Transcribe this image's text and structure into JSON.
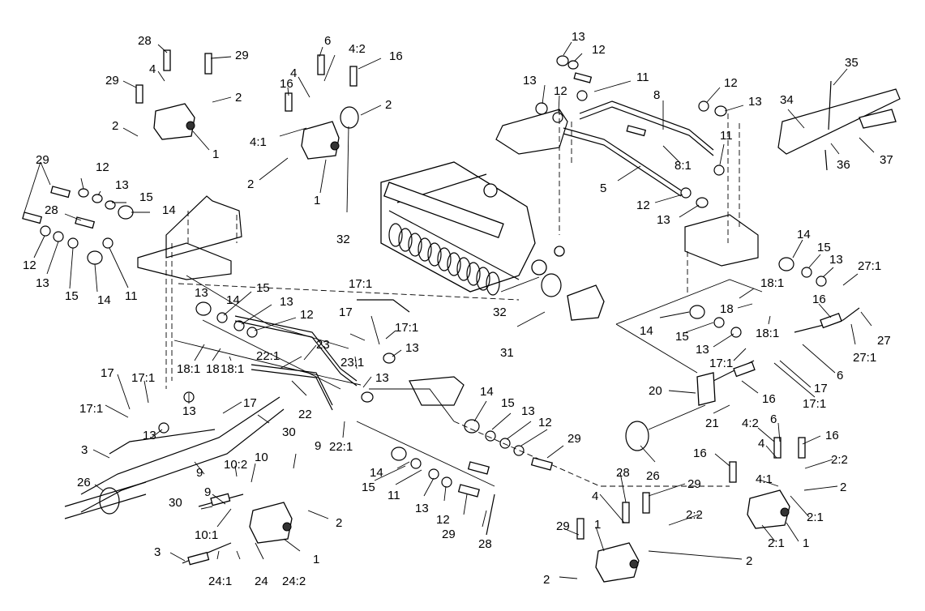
{
  "callouts": [
    {
      "id": "c1",
      "text": "28"
    },
    {
      "id": "c2",
      "text": "29"
    },
    {
      "id": "c3",
      "text": "4"
    },
    {
      "id": "c4",
      "text": "29"
    },
    {
      "id": "c5",
      "text": "2"
    },
    {
      "id": "c6",
      "text": "2"
    },
    {
      "id": "c7",
      "text": "1"
    },
    {
      "id": "c8",
      "text": "6"
    },
    {
      "id": "c9",
      "text": "4:2"
    },
    {
      "id": "c10",
      "text": "16"
    },
    {
      "id": "c11",
      "text": "4"
    },
    {
      "id": "c12",
      "text": "16"
    },
    {
      "id": "c13",
      "text": "2"
    },
    {
      "id": "c14",
      "text": "4:1"
    },
    {
      "id": "c15",
      "text": "2"
    },
    {
      "id": "c16",
      "text": "1"
    },
    {
      "id": "c17",
      "text": "32"
    },
    {
      "id": "c18",
      "text": "13"
    },
    {
      "id": "c19",
      "text": "12"
    },
    {
      "id": "c20",
      "text": "13"
    },
    {
      "id": "c21",
      "text": "12"
    },
    {
      "id": "c22",
      "text": "11"
    },
    {
      "id": "c23",
      "text": "8"
    },
    {
      "id": "c24",
      "text": "12"
    },
    {
      "id": "c25",
      "text": "13"
    },
    {
      "id": "c26",
      "text": "11"
    },
    {
      "id": "c27",
      "text": "8:1"
    },
    {
      "id": "c28",
      "text": "5"
    },
    {
      "id": "c29",
      "text": "12"
    },
    {
      "id": "c30",
      "text": "13"
    },
    {
      "id": "c31",
      "text": "35"
    },
    {
      "id": "c32",
      "text": "34"
    },
    {
      "id": "c33",
      "text": "37"
    },
    {
      "id": "c34",
      "text": "36"
    },
    {
      "id": "c35",
      "text": "29"
    },
    {
      "id": "c36",
      "text": "12"
    },
    {
      "id": "c37",
      "text": "13"
    },
    {
      "id": "c38",
      "text": "15"
    },
    {
      "id": "c39",
      "text": "14"
    },
    {
      "id": "c40",
      "text": "28"
    },
    {
      "id": "c41",
      "text": "12"
    },
    {
      "id": "c42",
      "text": "13"
    },
    {
      "id": "c43",
      "text": "15"
    },
    {
      "id": "c44",
      "text": "14"
    },
    {
      "id": "c45",
      "text": "11"
    },
    {
      "id": "c46",
      "text": "13"
    },
    {
      "id": "c47",
      "text": "15"
    },
    {
      "id": "c48",
      "text": "14"
    },
    {
      "id": "c49",
      "text": "13"
    },
    {
      "id": "c50",
      "text": "12"
    },
    {
      "id": "c51",
      "text": "17:1"
    },
    {
      "id": "c52",
      "text": "17"
    },
    {
      "id": "c53",
      "text": "17:1"
    },
    {
      "id": "c54",
      "text": "13"
    },
    {
      "id": "c55",
      "text": "23"
    },
    {
      "id": "c56",
      "text": "22:1"
    },
    {
      "id": "c57",
      "text": "18:1"
    },
    {
      "id": "c58",
      "text": "18"
    },
    {
      "id": "c59",
      "text": "18:1"
    },
    {
      "id": "c60",
      "text": "23:1"
    },
    {
      "id": "c61",
      "text": "13"
    },
    {
      "id": "c62",
      "text": "22"
    },
    {
      "id": "c63",
      "text": "22:1"
    },
    {
      "id": "c64",
      "text": "32"
    },
    {
      "id": "c65",
      "text": "31"
    },
    {
      "id": "c66",
      "text": "17"
    },
    {
      "id": "c67",
      "text": "17:1"
    },
    {
      "id": "c68",
      "text": "17:1"
    },
    {
      "id": "c69",
      "text": "17"
    },
    {
      "id": "c70",
      "text": "13"
    },
    {
      "id": "c71",
      "text": "13"
    },
    {
      "id": "c72",
      "text": "30"
    },
    {
      "id": "c73",
      "text": "3"
    },
    {
      "id": "c74",
      "text": "26"
    },
    {
      "id": "c75",
      "text": "9"
    },
    {
      "id": "c76",
      "text": "10:2"
    },
    {
      "id": "c77",
      "text": "10"
    },
    {
      "id": "c78",
      "text": "9"
    },
    {
      "id": "c79",
      "text": "30"
    },
    {
      "id": "c80",
      "text": "9"
    },
    {
      "id": "c81",
      "text": "10:1"
    },
    {
      "id": "c82",
      "text": "2"
    },
    {
      "id": "c83",
      "text": "1"
    },
    {
      "id": "c84",
      "text": "3"
    },
    {
      "id": "c85",
      "text": "24:1"
    },
    {
      "id": "c86",
      "text": "24"
    },
    {
      "id": "c87",
      "text": "24:2"
    },
    {
      "id": "c88",
      "text": "14"
    },
    {
      "id": "c89",
      "text": "15"
    },
    {
      "id": "c90",
      "text": "13"
    },
    {
      "id": "c91",
      "text": "12"
    },
    {
      "id": "c92",
      "text": "29"
    },
    {
      "id": "c93",
      "text": "14"
    },
    {
      "id": "c94",
      "text": "15"
    },
    {
      "id": "c95",
      "text": "11"
    },
    {
      "id": "c96",
      "text": "13"
    },
    {
      "id": "c97",
      "text": "12"
    },
    {
      "id": "c98",
      "text": "29"
    },
    {
      "id": "c99",
      "text": "28"
    },
    {
      "id": "c100",
      "text": "14"
    },
    {
      "id": "c101",
      "text": "15"
    },
    {
      "id": "c102",
      "text": "13"
    },
    {
      "id": "c103",
      "text": "27:1"
    },
    {
      "id": "c104",
      "text": "18:1"
    },
    {
      "id": "c105",
      "text": "18"
    },
    {
      "id": "c106",
      "text": "16"
    },
    {
      "id": "c107",
      "text": "18:1"
    },
    {
      "id": "c108",
      "text": "27"
    },
    {
      "id": "c109",
      "text": "27:1"
    },
    {
      "id": "c110",
      "text": "14"
    },
    {
      "id": "c111",
      "text": "15"
    },
    {
      "id": "c112",
      "text": "13"
    },
    {
      "id": "c113",
      "text": "17:1"
    },
    {
      "id": "c114",
      "text": "6"
    },
    {
      "id": "c115",
      "text": "17"
    },
    {
      "id": "c116",
      "text": "16"
    },
    {
      "id": "c117",
      "text": "17:1"
    },
    {
      "id": "c118",
      "text": "20"
    },
    {
      "id": "c119",
      "text": "21"
    },
    {
      "id": "c120",
      "text": "26"
    },
    {
      "id": "c121",
      "text": "4:2"
    },
    {
      "id": "c122",
      "text": "6"
    },
    {
      "id": "c123",
      "text": "16"
    },
    {
      "id": "c124",
      "text": "4"
    },
    {
      "id": "c125",
      "text": "16"
    },
    {
      "id": "c126",
      "text": "2:2"
    },
    {
      "id": "c127",
      "text": "4:1"
    },
    {
      "id": "c128",
      "text": "2"
    },
    {
      "id": "c129",
      "text": "2:1"
    },
    {
      "id": "c130",
      "text": "28"
    },
    {
      "id": "c131",
      "text": "29"
    },
    {
      "id": "c132",
      "text": "4"
    },
    {
      "id": "c133",
      "text": "2:2"
    },
    {
      "id": "c134",
      "text": "1"
    },
    {
      "id": "c135",
      "text": "2:1"
    },
    {
      "id": "c136",
      "text": "29"
    },
    {
      "id": "c137",
      "text": "1"
    },
    {
      "id": "c138",
      "text": "2"
    },
    {
      "id": "c139",
      "text": "2"
    }
  ]
}
